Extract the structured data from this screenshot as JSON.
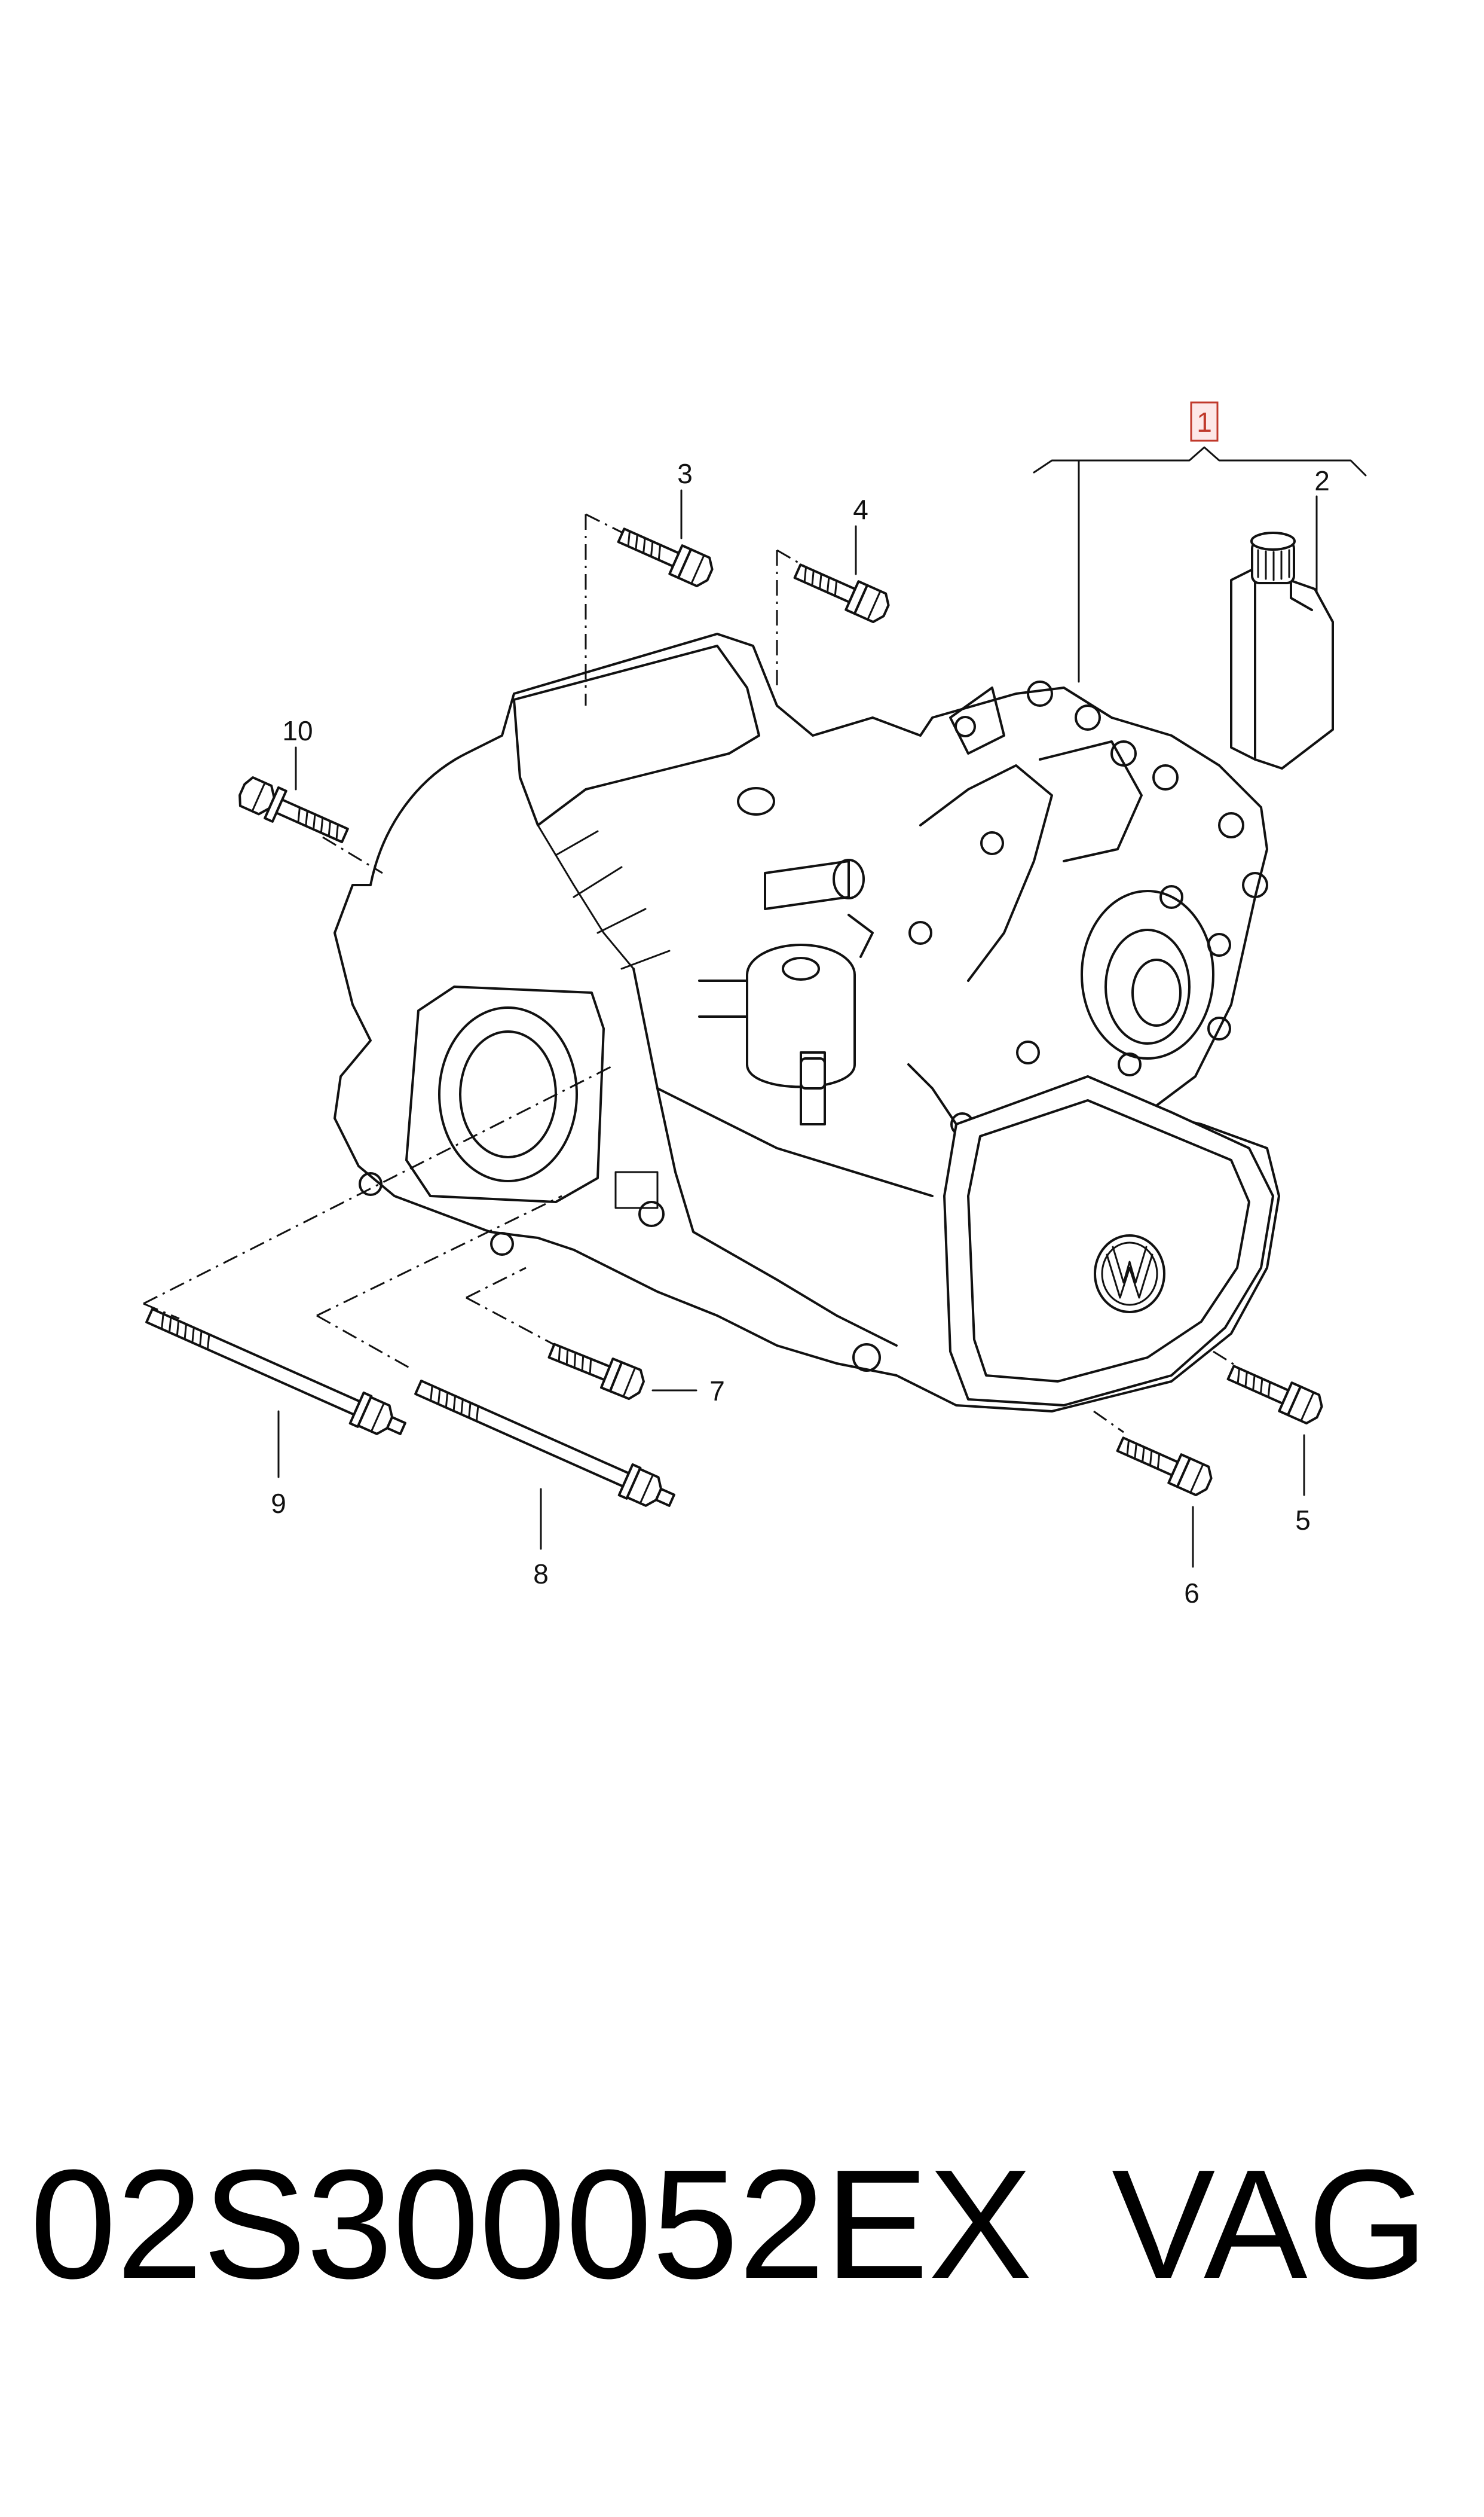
{
  "diagram": {
    "callouts": [
      {
        "id": "1",
        "label": "1",
        "highlighted": true
      },
      {
        "id": "2",
        "label": "2"
      },
      {
        "id": "3",
        "label": "3"
      },
      {
        "id": "4",
        "label": "4"
      },
      {
        "id": "5",
        "label": "5"
      },
      {
        "id": "6",
        "label": "6"
      },
      {
        "id": "7",
        "label": "7"
      },
      {
        "id": "8",
        "label": "8"
      },
      {
        "id": "9",
        "label": "9"
      },
      {
        "id": "10",
        "label": "10"
      }
    ],
    "highlight_color": "#c0392b",
    "highlight_fill": "#fde8e8",
    "line_color": "#111111"
  },
  "footer": {
    "part_number": "02S300052EX",
    "brand": "VAG"
  }
}
